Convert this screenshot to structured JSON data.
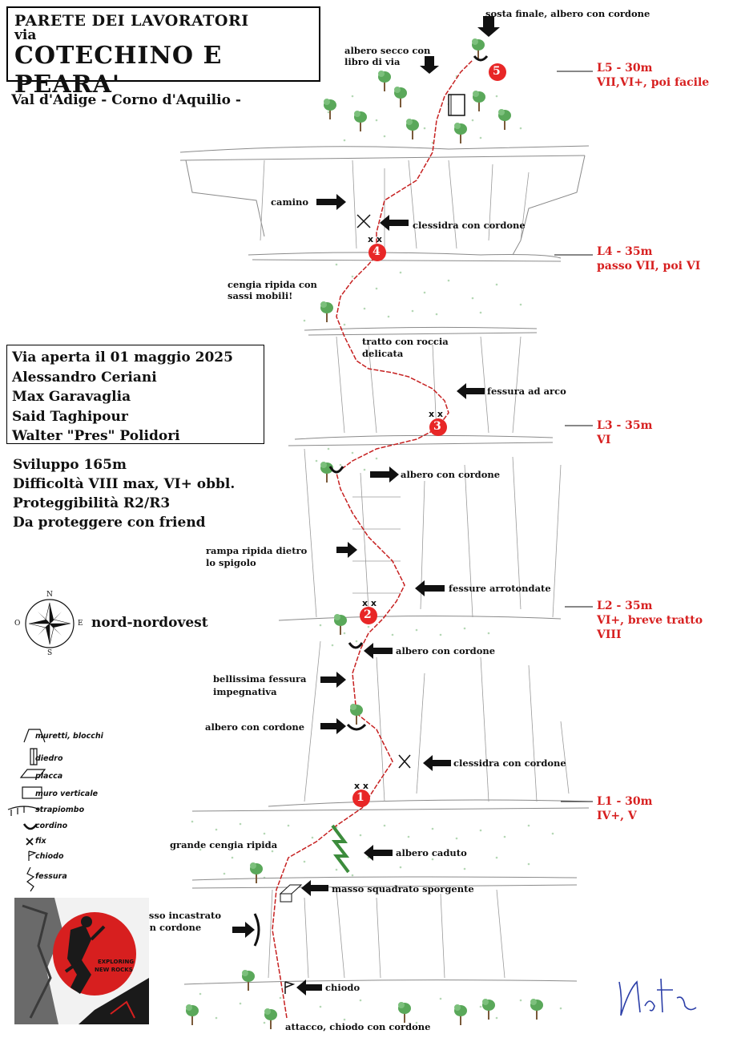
{
  "header": {
    "line1": "PARETE DEI LAVORATORI",
    "line2": "via",
    "line3": "COTECHINO E PEARA'",
    "subtitle": "Val d'Adige - Corno d'Aquilio -"
  },
  "first_ascent": {
    "date_line": "Via aperta il 01 maggio 2025",
    "climbers": [
      "Alessandro Ceriani",
      "Max Garavaglia",
      "Said Taghipour",
      "Walter \"Pres\" Polidori"
    ]
  },
  "stats": [
    "Sviluppo 165m",
    "Difficoltà VIII max, VI+ obbl.",
    "Proteggibilità R2/R3",
    "Da proteggere con friend"
  ],
  "compass": {
    "n": "N",
    "s": "S",
    "e": "E",
    "o": "O",
    "label": "nord-nordovest"
  },
  "pitches": [
    {
      "name": "L5 - 30m",
      "grade": "VII,VI+, poi facile",
      "grade2": ""
    },
    {
      "name": "L4 - 35m",
      "grade": "passo VII, poi VI",
      "grade2": ""
    },
    {
      "name": "L3 - 35m",
      "grade": "VI",
      "grade2": ""
    },
    {
      "name": "L2 - 35m",
      "grade": "VI+, breve tratto",
      "grade2": "VIII"
    },
    {
      "name": "L1 - 30m",
      "grade": "IV+, V",
      "grade2": ""
    }
  ],
  "belay_numbers": [
    "5",
    "4",
    "3",
    "2",
    "1"
  ],
  "annotations": {
    "sosta_finale": "sosta finale, albero con cordone",
    "albero_secco_1": "albero secco con",
    "albero_secco_2": "libro di via",
    "camino": "camino",
    "clessidra_4": "clessidra con cordone",
    "cengia_ripida_1": "cengia ripida con",
    "cengia_ripida_2": "sassi mobili!",
    "roccia_delicata_1": "tratto con roccia",
    "roccia_delicata_2": "delicata",
    "fessura_arco": "fessura ad arco",
    "albero_3": "albero con cordone",
    "rampa_1": "rampa ripida dietro",
    "rampa_2": "lo spigolo",
    "fessure_arrotondate": "fessure arrotondate",
    "albero_2": "albero con cordone",
    "bellissima_1": "bellissima fessura",
    "bellissima_2": "impegnativa",
    "albero_l1": "albero con cordone",
    "clessidra_l1": "clessidra con cordone",
    "grande_cengia": "grande cengia ripida",
    "albero_caduto": "albero caduto",
    "masso": "masso squadrato sporgente",
    "sasso_1": "sasso incastrato",
    "sasso_2": "con cordone",
    "chiodo": "chiodo",
    "attacco": "attacco, chiodo con cordone",
    "fix_marks": "x x"
  },
  "legend": [
    {
      "icon": "muretti-icon",
      "label": "muretti, blocchi"
    },
    {
      "icon": "diedro-icon",
      "label": "diedro"
    },
    {
      "icon": "placca-icon",
      "label": "placca"
    },
    {
      "icon": "muro-icon",
      "label": "muro verticale"
    },
    {
      "icon": "strapiombo-icon",
      "label": "strapiombo"
    },
    {
      "icon": "cordino-icon",
      "label": "cordino"
    },
    {
      "icon": "fix-icon",
      "label": "fix"
    },
    {
      "icon": "chiodo-icon",
      "label": "chiodo"
    },
    {
      "icon": "fessura-icon",
      "label": "fessura"
    }
  ],
  "logo": {
    "line1": "EXPLORING",
    "line2": "NEW ROCKS"
  },
  "colors": {
    "route": "#c62020",
    "belay": "#d71f1f",
    "vegetation": "#4a9a4a",
    "rock_line": "#8a8a8a"
  }
}
